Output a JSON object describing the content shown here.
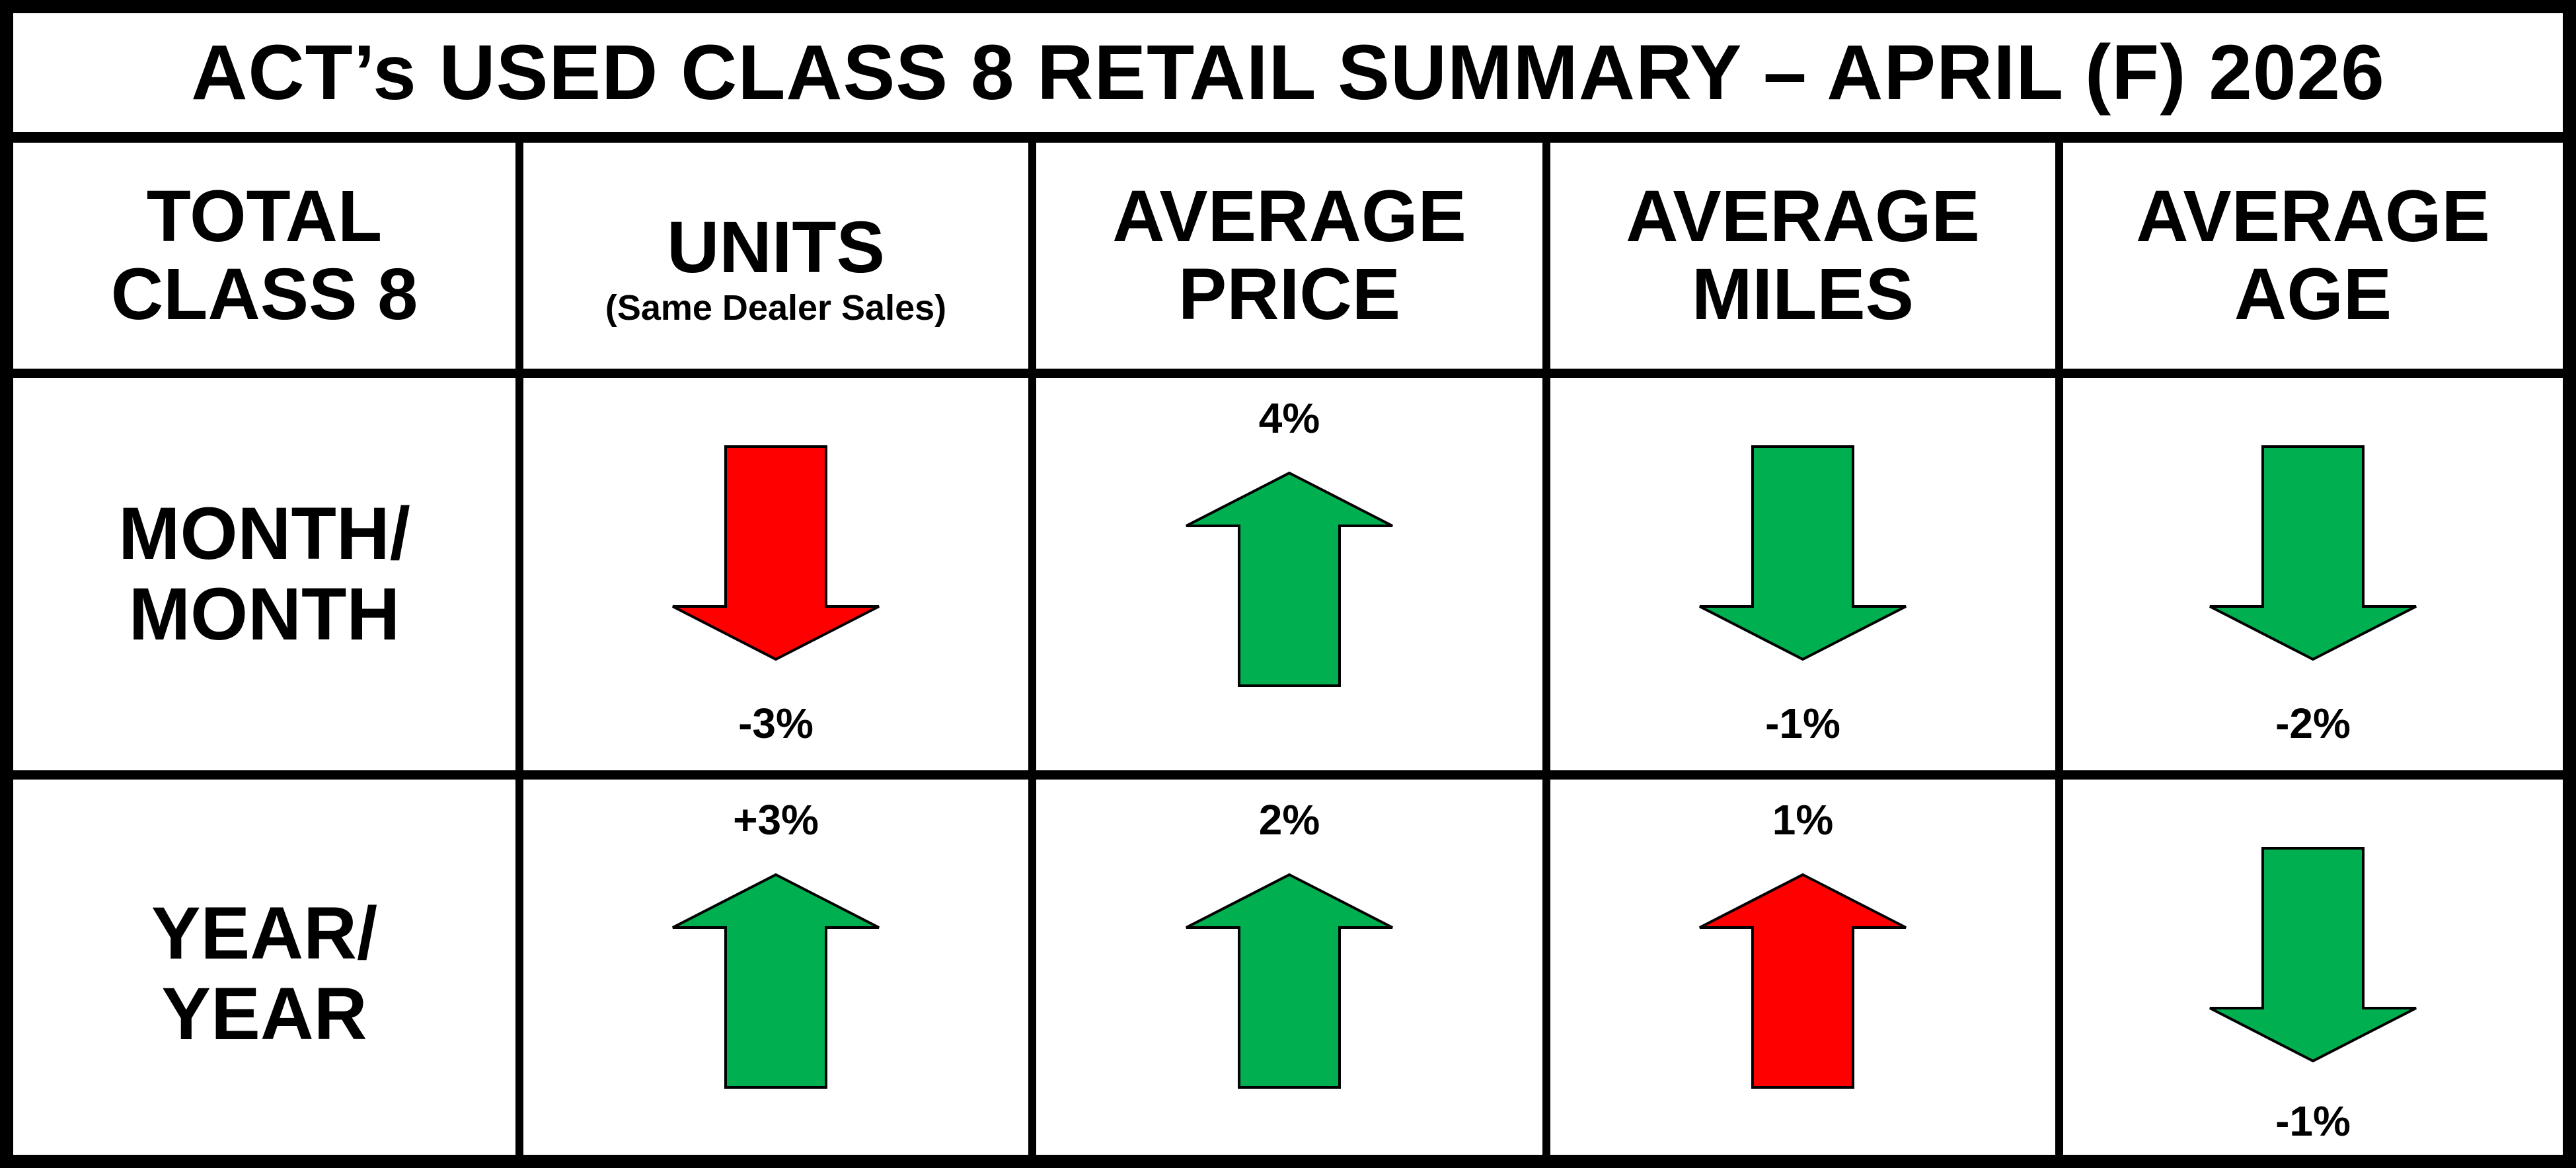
{
  "title": "ACT’s USED CLASS 8 RETAIL SUMMARY – APRIL (F) 2026",
  "colors": {
    "up_good": "#00b050",
    "down_good": "#00b050",
    "bad": "#ff0000"
  },
  "header": {
    "corner_line1": "TOTAL",
    "corner_line2": "CLASS 8",
    "units_line1": "UNITS",
    "units_sub": "(Same Dealer Sales)",
    "price_line1": "AVERAGE",
    "price_line2": "PRICE",
    "miles_line1": "AVERAGE",
    "miles_line2": "MILES",
    "age_line1": "AVERAGE",
    "age_line2": "AGE"
  },
  "rows": [
    {
      "label_line1": "MONTH/",
      "label_line2": "MONTH",
      "cells": [
        {
          "value": "-3%",
          "direction": "down",
          "color": "#ff0000",
          "icon": "arrow-down-icon"
        },
        {
          "value": "4%",
          "direction": "up",
          "color": "#00b050",
          "icon": "arrow-up-icon"
        },
        {
          "value": "-1%",
          "direction": "down",
          "color": "#00b050",
          "icon": "arrow-down-icon"
        },
        {
          "value": "-2%",
          "direction": "down",
          "color": "#00b050",
          "icon": "arrow-down-icon"
        }
      ]
    },
    {
      "label_line1": "YEAR/",
      "label_line2": "YEAR",
      "cells": [
        {
          "value": "+3%",
          "direction": "up",
          "color": "#00b050",
          "icon": "arrow-up-icon"
        },
        {
          "value": "2%",
          "direction": "up",
          "color": "#00b050",
          "icon": "arrow-up-icon"
        },
        {
          "value": "1%",
          "direction": "up",
          "color": "#ff0000",
          "icon": "arrow-up-icon"
        },
        {
          "value": "-1%",
          "direction": "down",
          "color": "#00b050",
          "icon": "arrow-down-icon"
        }
      ]
    }
  ]
}
